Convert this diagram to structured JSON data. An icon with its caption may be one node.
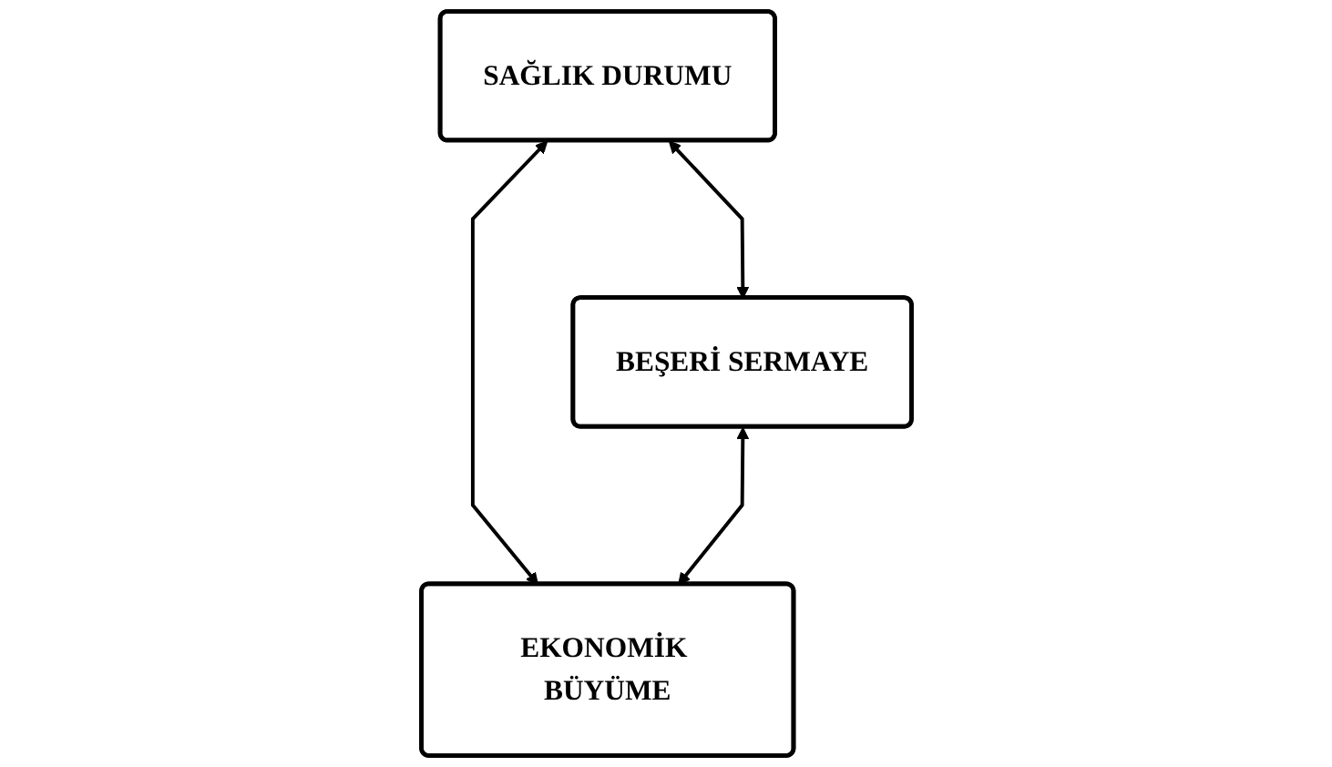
{
  "diagram": {
    "nodes": [
      {
        "text": [
          "SAĞLIK DURUMU"
        ]
      },
      {
        "text": [
          "BEŞERİ SERMAYE"
        ]
      },
      {
        "text": [
          "EKONOMİK BÜYÜME"
        ]
      }
    ],
    "edges": [
      {
        "from": 0,
        "to": 1,
        "arrow": "both"
      },
      {
        "from": 0,
        "to": 2,
        "arrow": "both"
      },
      {
        "from": 1,
        "to": 2,
        "arrow": "both"
      }
    ]
  }
}
